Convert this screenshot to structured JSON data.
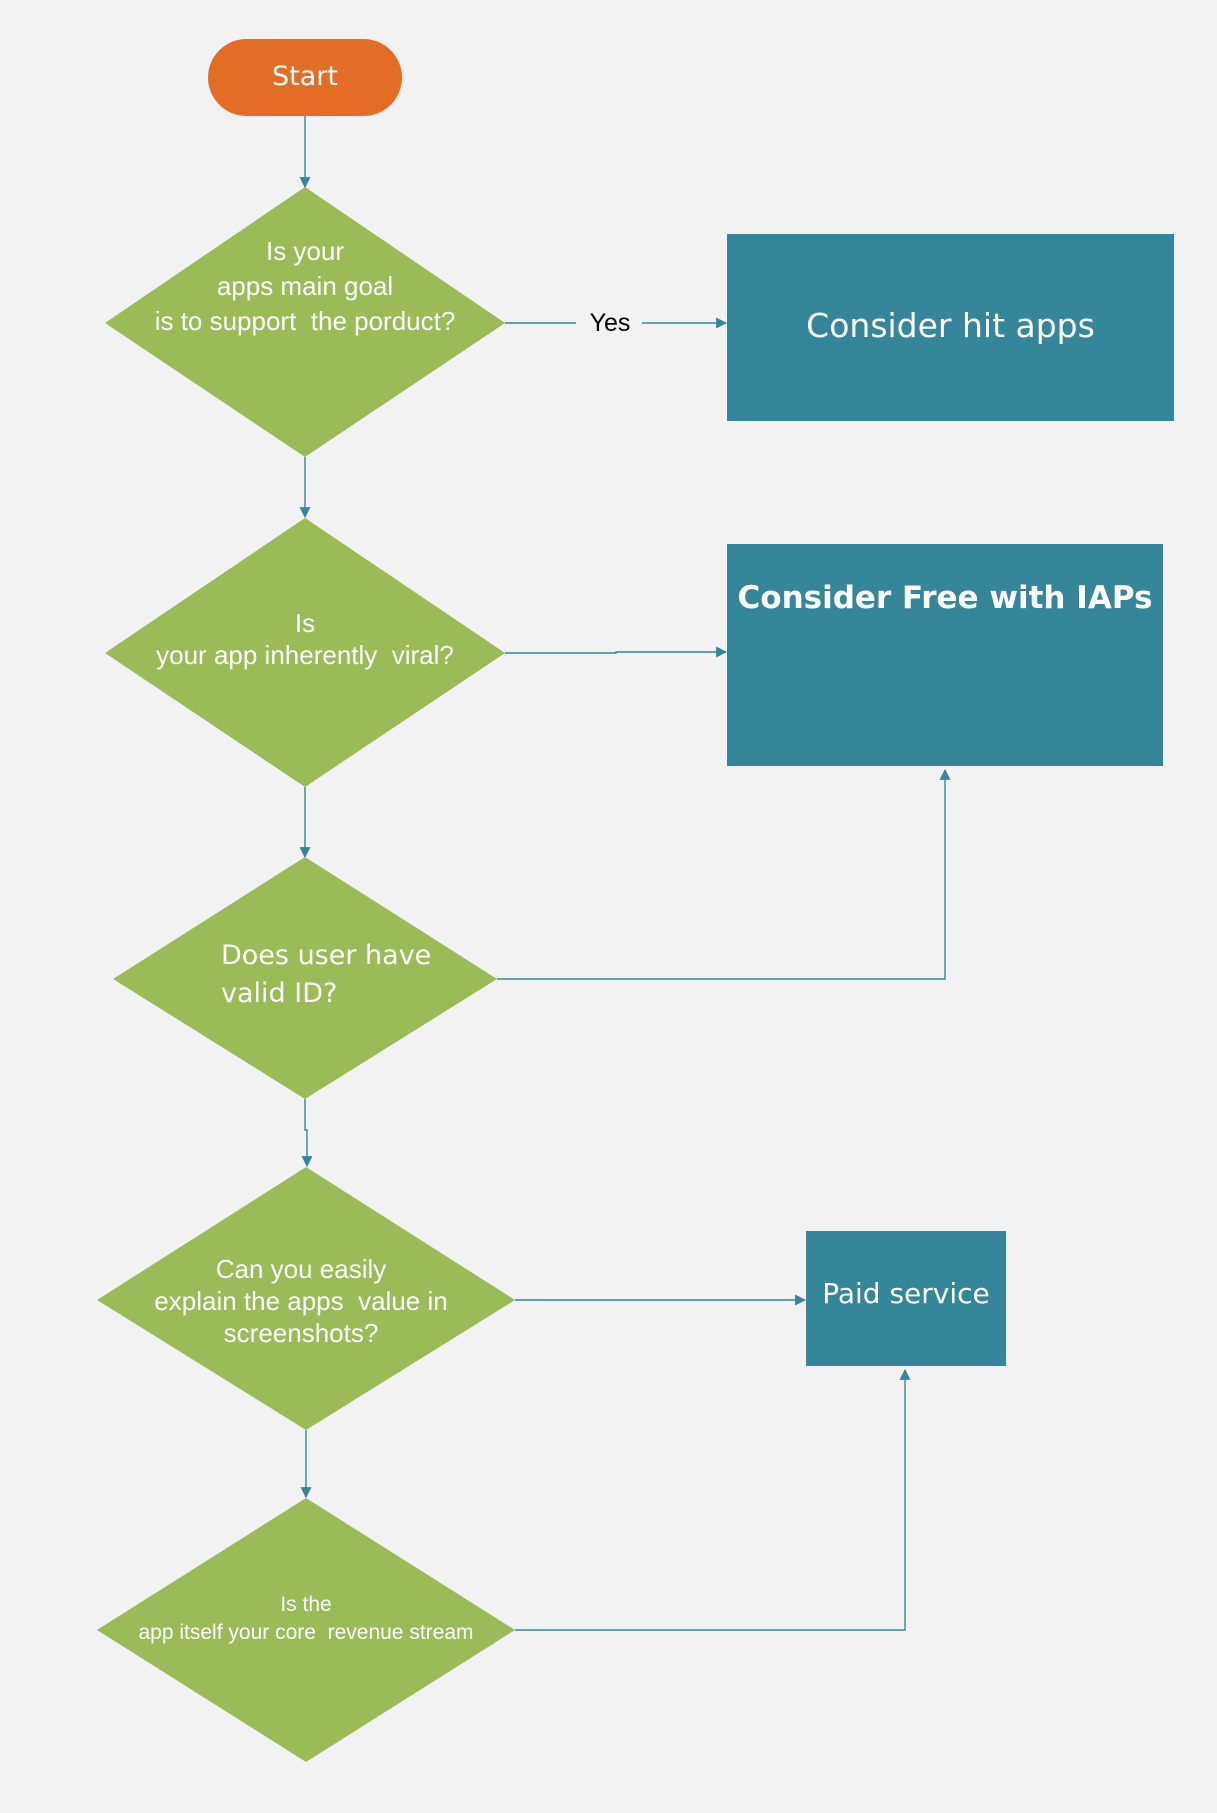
{
  "colors": {
    "background": "#f2f2f2",
    "start_fill": "#e46d26",
    "decision_fill": "#9bbb59",
    "outcome_fill": "#35869b",
    "connector": "#35869b",
    "text": "#ffffff",
    "yes_text": "#000000"
  },
  "start": {
    "label": "Start"
  },
  "decisions": [
    {
      "lines": [
        "Is your",
        "apps main goal",
        "is to support  the porduct?"
      ]
    },
    {
      "lines": [
        "Is",
        "your app inherently  viral?"
      ]
    },
    {
      "lines": [
        "Does user have",
        "valid ID?"
      ]
    },
    {
      "lines": [
        "Can you easily",
        "explain the apps  value in",
        "screenshots?"
      ]
    },
    {
      "lines": [
        "Is the",
        "app itself your core  revenue stream"
      ]
    }
  ],
  "outcomes": {
    "hit_apps": "Consider hit apps",
    "free_iaps": "Consider Free with IAPs",
    "paid_service": "Paid service"
  },
  "edge_labels": {
    "yes": "Yes"
  }
}
